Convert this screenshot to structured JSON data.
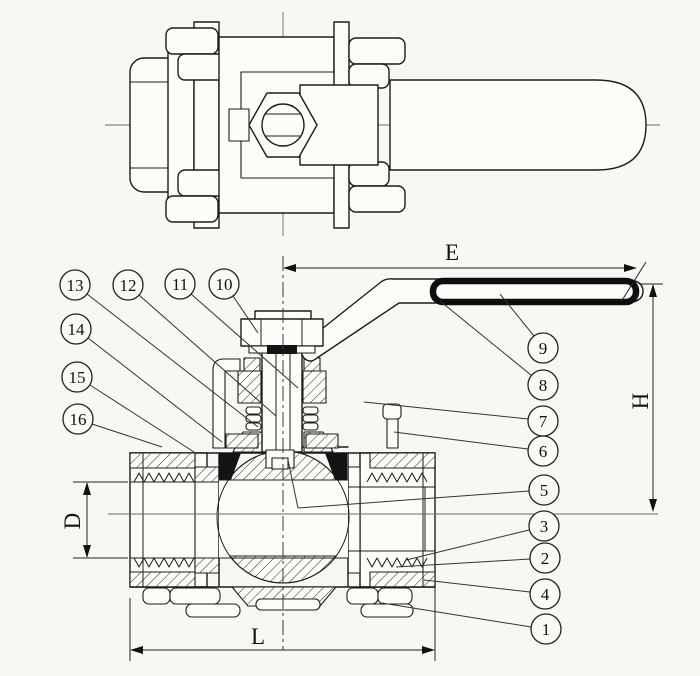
{
  "figure": {
    "kind": "engineering-sectional-drawing",
    "colors": {
      "paper": "#f8f7f3",
      "ink": "#1c1c1c",
      "seal_fill": "#131313"
    }
  },
  "dims": {
    "e": "E",
    "h": "H",
    "d": "D",
    "l": "L"
  },
  "callouts": {
    "n1": "1",
    "n2": "2",
    "n3": "3",
    "n4": "4",
    "n5": "5",
    "n6": "6",
    "n7": "7",
    "n8": "8",
    "n9": "9",
    "n10": "10",
    "n11": "11",
    "n12": "12",
    "n13": "13",
    "n14": "14",
    "n15": "15",
    "n16": "16"
  }
}
